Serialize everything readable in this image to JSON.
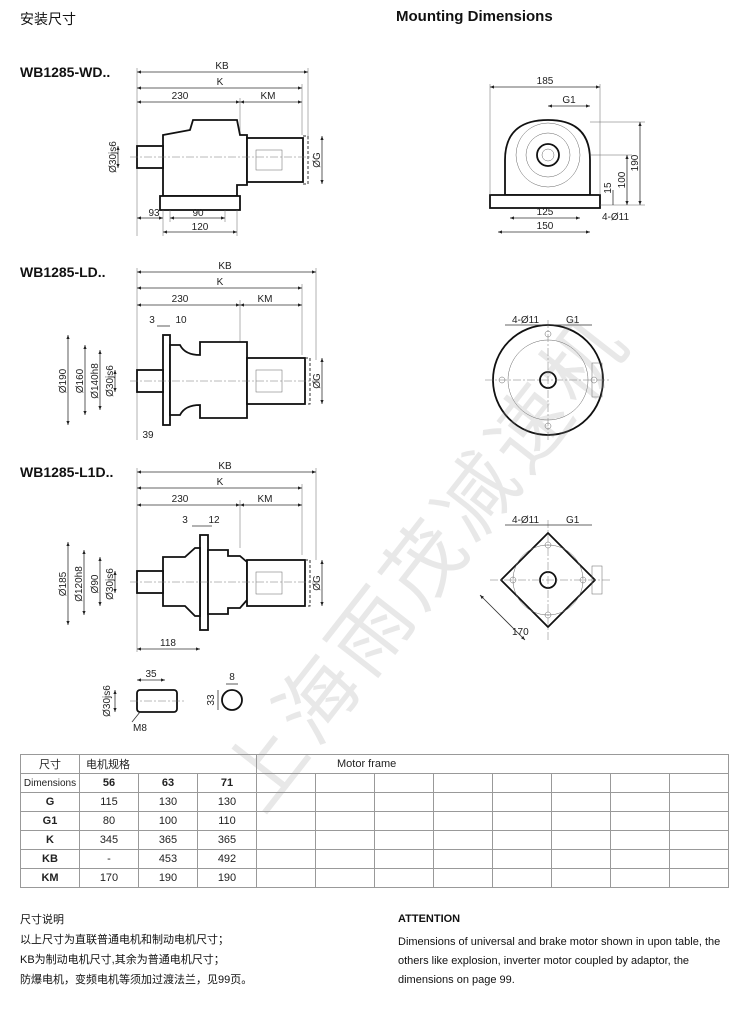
{
  "header": {
    "title_cn": "安装尺寸",
    "title_en": "Mounting Dimensions"
  },
  "models": [
    "WB1285-WD..",
    "WB1285-LD..",
    "WB1285-L1D.."
  ],
  "drawing_labels": {
    "kb": "KB",
    "k": "K",
    "d230": "230",
    "km": "KM",
    "og": "ØG",
    "shaft": "Ø30js6",
    "wd": {
      "d93": "93",
      "d90": "90",
      "d120": "120",
      "d185": "185",
      "g1": "G1",
      "d190": "190",
      "d100": "100",
      "d15": "15",
      "d125": "125",
      "d150": "150",
      "holes": "4-Ø11"
    },
    "ld": {
      "d3": "3",
      "d10": "10",
      "d190": "Ø190",
      "d160": "Ø160",
      "d140": "Ø140h8",
      "d39": "39",
      "holes": "4-Ø11",
      "g1": "G1"
    },
    "l1d": {
      "d3": "3",
      "d12": "12",
      "d185": "Ø185",
      "d120": "Ø120h8",
      "d90": "Ø90",
      "d118": "118",
      "holes": "4-Ø11",
      "g1": "G1",
      "d170": "170"
    },
    "shaft_detail": {
      "d35": "35",
      "m8": "M8",
      "d8": "8",
      "d33": "33"
    }
  },
  "table": {
    "corner_cn": "尺寸",
    "corner_en": "Dimensions",
    "frame_cn": "电机规格",
    "frame_en": "Motor frame",
    "frames": [
      "56",
      "63",
      "71"
    ],
    "rows": [
      {
        "label": "G",
        "values": [
          "115",
          "130",
          "130"
        ]
      },
      {
        "label": "G1",
        "values": [
          "80",
          "100",
          "110"
        ]
      },
      {
        "label": "K",
        "values": [
          "345",
          "365",
          "365"
        ]
      },
      {
        "label": "KB",
        "values": [
          "-",
          "453",
          "492"
        ]
      },
      {
        "label": "KM",
        "values": [
          "170",
          "190",
          "190"
        ]
      }
    ]
  },
  "notes_cn": {
    "title": "尺寸说明",
    "lines": [
      "以上尺寸为直联普通电机和制动电机尺寸；",
      "KB为制动电机尺寸,其余为普通电机尺寸；",
      "防爆电机，变频电机等须加过渡法兰，见99页。"
    ]
  },
  "notes_en": {
    "title": "ATTENTION",
    "text": "Dimensions of universal and brake motor shown in upon table, the others like explosion, inverter motor coupled by adaptor, the dimensions on page 99."
  },
  "watermark": "上海雨茂减速机"
}
